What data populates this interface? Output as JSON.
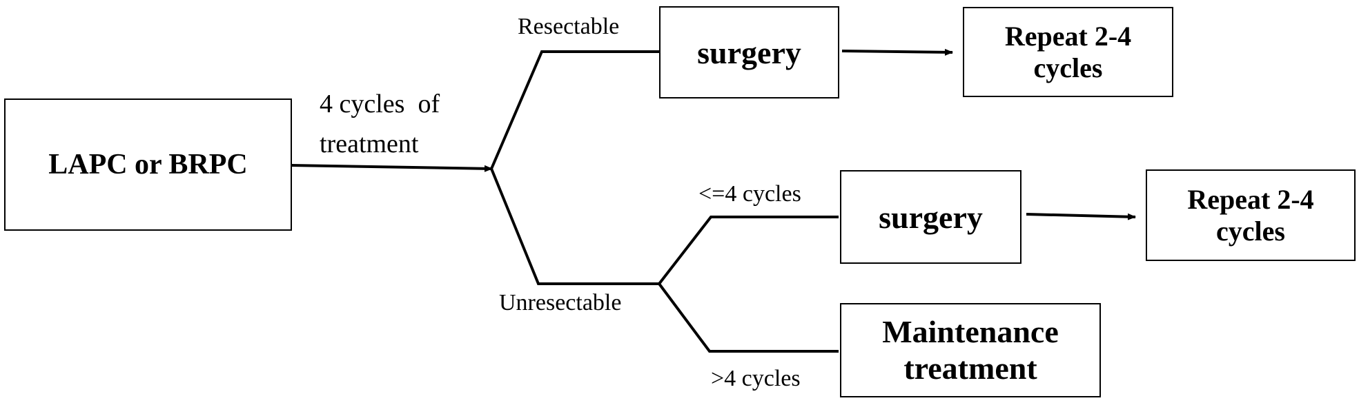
{
  "nodes": {
    "start": {
      "text": "LAPC or BRPC"
    },
    "surgery_resectable": {
      "text": "surgery"
    },
    "repeat_resectable": {
      "line1": "Repeat 2-4",
      "line2": "cycles"
    },
    "surgery_unresectable": {
      "text": "surgery"
    },
    "repeat_unresectable": {
      "line1": "Repeat 2-4",
      "line2": "cycles"
    },
    "maintenance": {
      "line1": "Maintenance",
      "line2": "treatment"
    }
  },
  "labels": {
    "treatment_line1": "4 cycles  of",
    "treatment_line2": "treatment",
    "resectable": "Resectable",
    "unresectable": "Unresectable",
    "le4_cycles": "<=4 cycles",
    "gt4_cycles": ">4 cycles"
  }
}
